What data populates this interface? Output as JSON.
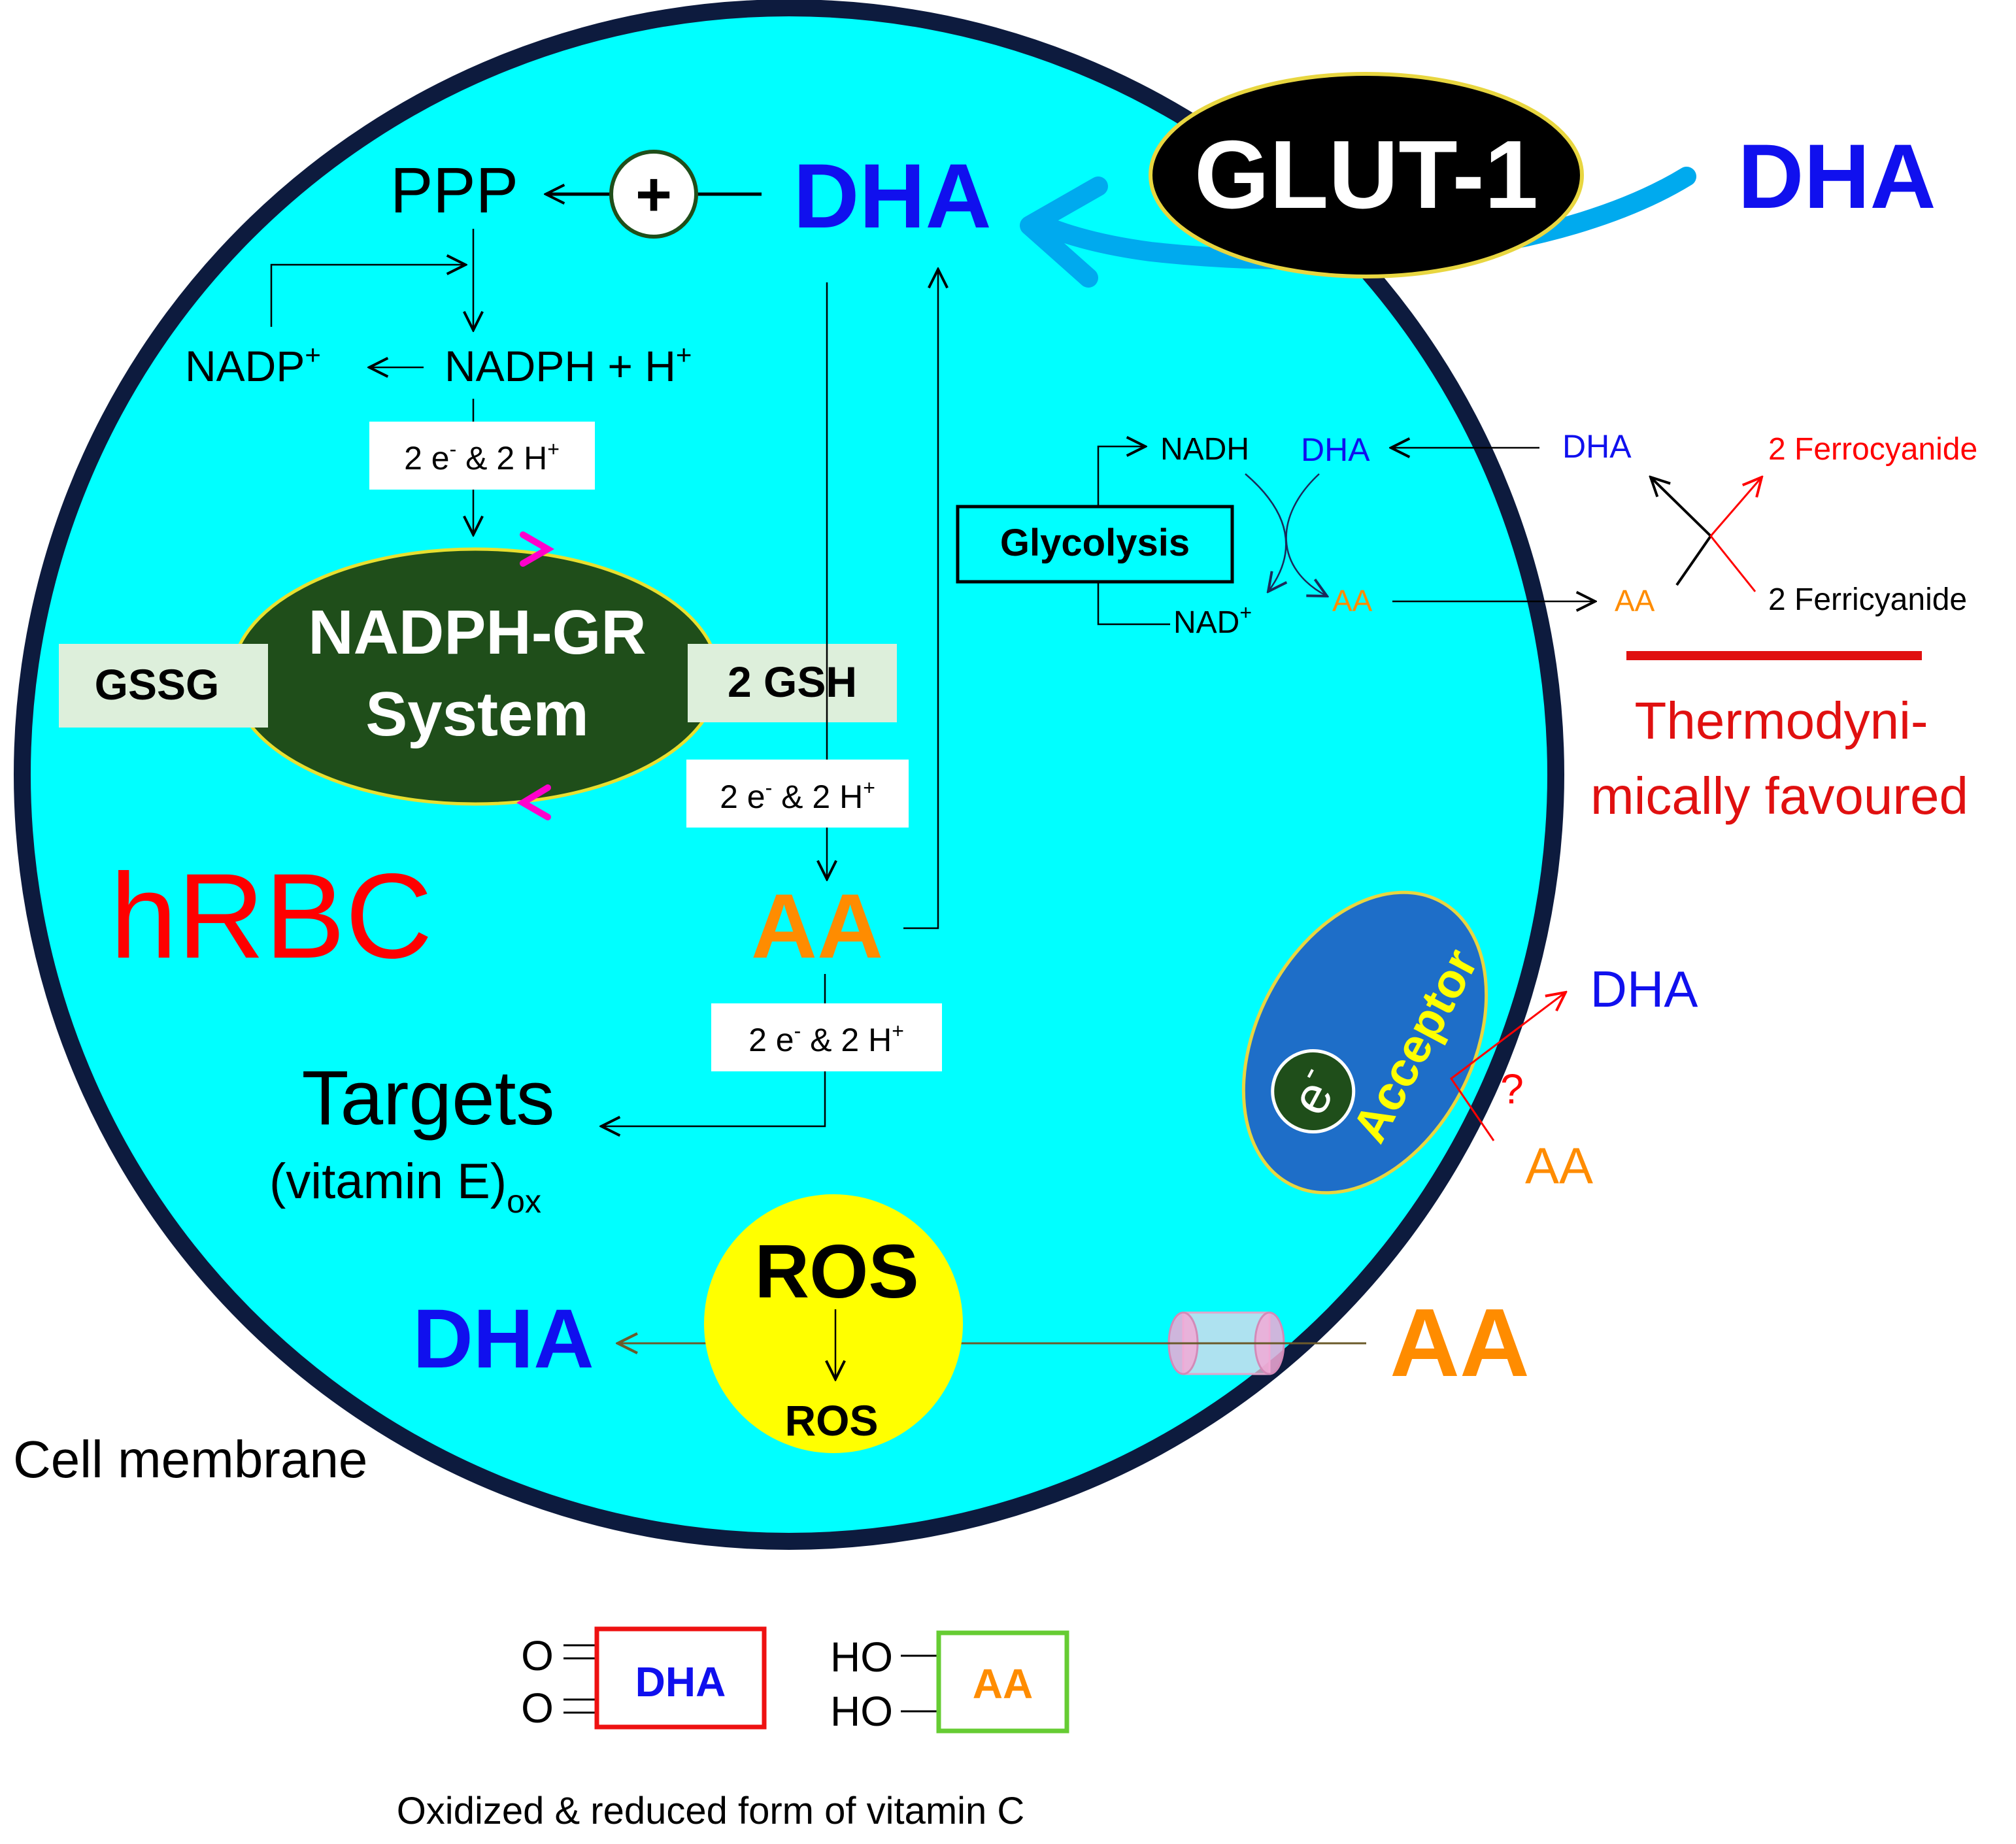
{
  "colors": {
    "cell_fill": "#00FFFF",
    "cell_border": "#0D1B3E",
    "dha_blue": "#1010EE",
    "aa_orange": "#FF8C00",
    "red": "#FF0000",
    "glut_black": "#000000",
    "gr_green": "#1F4E1A",
    "ros_yellow": "#FFFF00",
    "acceptor_blue": "#1E6EC8",
    "pale_green": "#DDEFDB",
    "magenta": "#FF00CC",
    "channel_pink": "#F6BFE0",
    "transport_blue": "#00AAEE"
  },
  "labels": {
    "glut": "GLUT-1",
    "dha_outside_top": "DHA",
    "dha_inside_top": "DHA",
    "ppp": "PPP",
    "plus": "+",
    "nadp": "NADP",
    "plus_sup": "+",
    "nadph": "NADPH + H",
    "transfer_1": "2 e",
    "transfer_2": "2 e",
    "transfer_3": "2 e",
    "transfer_tail": " & 2 H",
    "minus_sup": "-",
    "gr_line1": "NADPH-GR",
    "gr_line2": "System",
    "gssg": "GSSG",
    "gsh": "2 GSH",
    "hrbc": "hRBC",
    "aa_center": "AA",
    "targets": "Targets",
    "vitamin_e": "(vitamin E)",
    "ox": "ox",
    "ros_big": "ROS",
    "ros_small": "ROS",
    "dha_bottom_left": "DHA",
    "aa_outside_bottom": "AA",
    "cell_membrane": "Cell membrane",
    "glycolysis": "Glycolysis",
    "nadh": "NADH",
    "nad": "NAD",
    "dha_glyc": "DHA",
    "aa_glyc": "AA",
    "dha_ferro": "DHA",
    "aa_ferro": "AA",
    "ferrocyanide": "2 Ferrocyanide",
    "ferricyanide": "2 Ferricyanide",
    "thermo_line1": "Thermodyni-",
    "thermo_line2": "mically favoured",
    "electron": "e",
    "acceptor": "Acceptor",
    "dha_acceptor": "DHA",
    "aa_acceptor": "AA",
    "question": "?",
    "legend_o1": "O",
    "legend_o2": "O",
    "legend_dha": "DHA",
    "legend_ho1": "HO",
    "legend_ho2": "HO",
    "legend_aa": "AA",
    "caption": "Oxidized & reduced form of vitamin C"
  }
}
